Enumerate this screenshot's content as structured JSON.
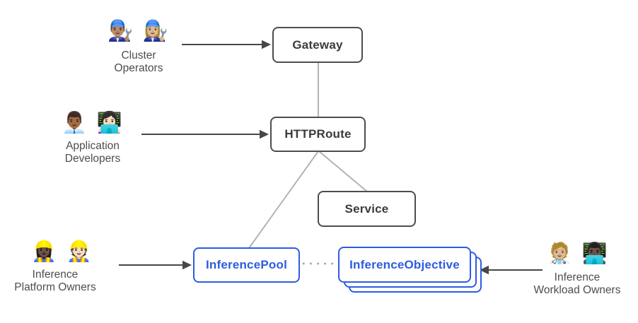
{
  "theme": {
    "bg": "#ffffff",
    "node-border": "#4d4d4d",
    "node-text": "#3b3b3b",
    "accent-blue": "#2d5ce0",
    "edge-gray": "#b3b3b3",
    "dotted-gray": "#9e9e9e",
    "arrow-gray": "#474747",
    "persona-text": "#4d4d4d"
  },
  "nodes": {
    "gateway": {
      "label": "Gateway"
    },
    "httproute": {
      "label": "HTTPRoute"
    },
    "service": {
      "label": "Service"
    },
    "inference_pool": {
      "label": "InferencePool"
    },
    "inference_objective": {
      "label": "InferenceObjective"
    }
  },
  "personas": {
    "cluster_operators": {
      "emojis": "👨🏽‍🔧 👩🏼‍🔧",
      "line1": "Cluster",
      "line2": "Operators"
    },
    "application_developers": {
      "emojis": "👨🏾‍💼 👩🏻‍💻",
      "line1": "Application",
      "line2": "Developers"
    },
    "inference_platform_owners": {
      "emojis": "👷🏿‍♀️ 👷🏻",
      "line1": "Inference",
      "line2": "Platform Owners"
    },
    "inference_workload_owners": {
      "emojis": "🧑🏼‍⚕️ 👨🏿‍💻",
      "line1": "Inference",
      "line2": "Workload Owners"
    }
  },
  "edges": {
    "gateway_to_httproute": "parent link",
    "httproute_to_service": "backend ref",
    "httproute_to_inference_pool": "backend ref",
    "inference_pool_to_inference_objective": "dotted association"
  }
}
